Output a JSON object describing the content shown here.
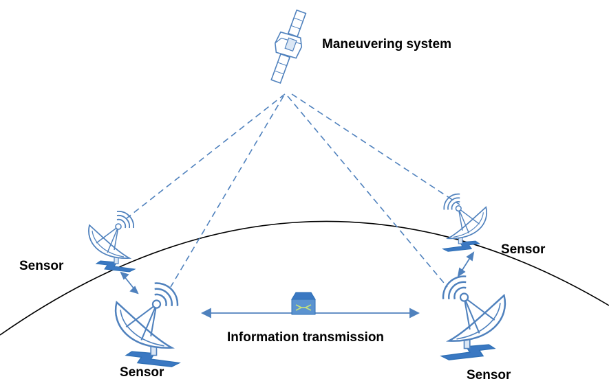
{
  "labels": {
    "maneuvering_system": "Maneuvering system",
    "information_transmission": "Information transmission",
    "sensor_top_left": "Sensor",
    "sensor_bottom_left": "Sensor",
    "sensor_top_right": "Sensor",
    "sensor_bottom_right": "Sensor"
  },
  "colors": {
    "accent": "#4f81bd",
    "dark_accent": "#2e6fb5",
    "base": "#3a78c2",
    "light_fill": "#ffffff",
    "horizon": "#000000"
  },
  "icons": {
    "satellite": "satellite-icon",
    "dish": "satellite-dish-icon",
    "router": "router-icon"
  }
}
